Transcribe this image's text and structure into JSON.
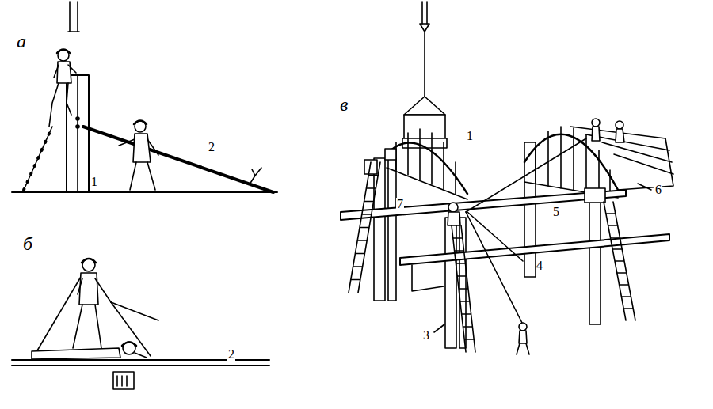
{
  "diagram": {
    "labels": [
      "а",
      "1",
      "2",
      "б",
      "2",
      "в",
      "1",
      "7",
      "5",
      "6",
      "3",
      "4"
    ]
  }
}
